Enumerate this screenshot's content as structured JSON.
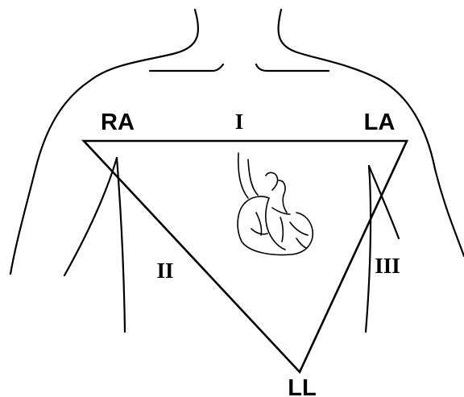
{
  "labels": {
    "right_arm": "RA",
    "left_arm": "LA",
    "left_leg": "LL",
    "lead_1": "I",
    "lead_2": "II",
    "lead_3": "III"
  }
}
